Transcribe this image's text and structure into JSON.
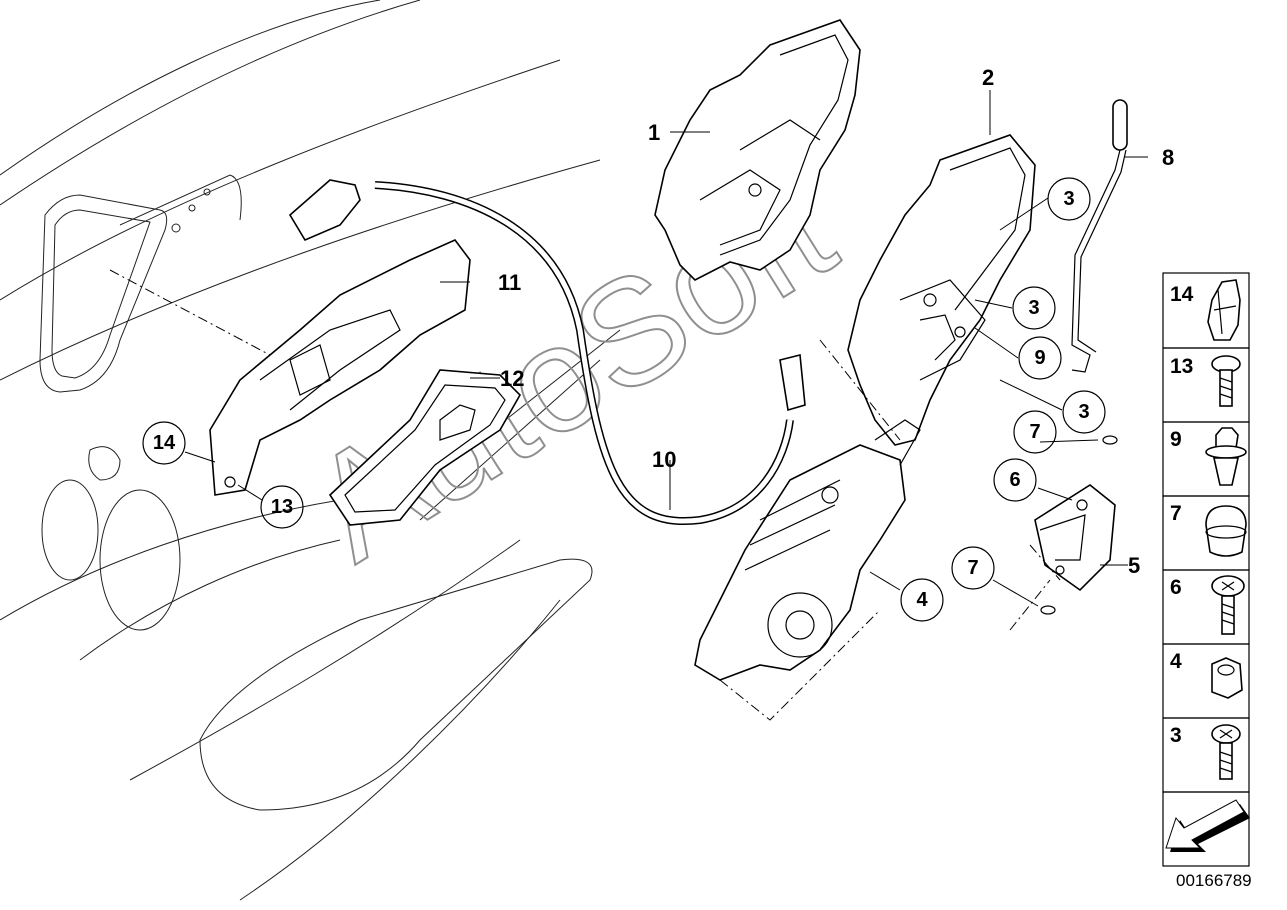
{
  "diagram": {
    "watermark": "AutoSoft",
    "catalog_number": "00166789",
    "callouts": {
      "c1": "1",
      "c2": "2",
      "c3a": "3",
      "c3b": "3",
      "c3c": "3",
      "c4": "4",
      "c5": "5",
      "c6": "6",
      "c7a": "7",
      "c7b": "7",
      "c8": "8",
      "c9": "9",
      "c10": "10",
      "c11": "11",
      "c12": "12",
      "c13": "13",
      "c14": "14"
    },
    "legend": [
      {
        "number": "14",
        "icon": "clip-icon"
      },
      {
        "number": "13",
        "icon": "screw-icon"
      },
      {
        "number": "9",
        "icon": "expanding-rivet-icon"
      },
      {
        "number": "7",
        "icon": "plug-cap-icon"
      },
      {
        "number": "6",
        "icon": "torx-bolt-icon"
      },
      {
        "number": "4",
        "icon": "hex-nut-icon"
      },
      {
        "number": "3",
        "icon": "torx-screw-icon"
      },
      {
        "number": "",
        "icon": "direction-arrow-icon"
      }
    ]
  }
}
